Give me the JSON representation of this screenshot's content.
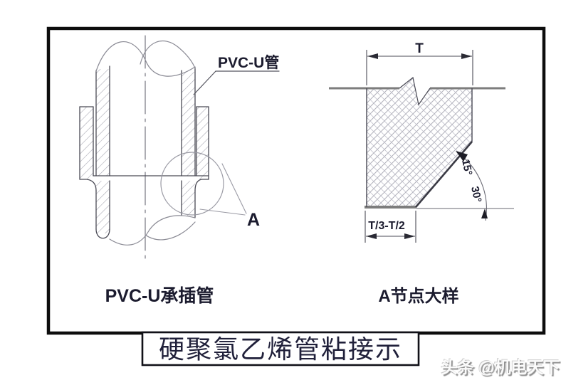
{
  "drawing": {
    "left_view": {
      "pipe_label": "PVC-U管",
      "caption": "PVC-U承插管",
      "detail_marker": "A"
    },
    "right_view": {
      "caption": "A节点大样",
      "dim_top": "T",
      "dim_bottom": "T/3-T/2",
      "angle_min": "15°",
      "angle_max": "30°"
    },
    "title": "硬聚氯乙烯管粘接示",
    "watermark": "头条 @机电天下"
  },
  "colors": {
    "border": "#0d0d0d",
    "line_dark": "#4a4a55",
    "line_gray": "#7d7d7d",
    "hatch": "#a8a8b2",
    "text": "#1b1b2e"
  }
}
